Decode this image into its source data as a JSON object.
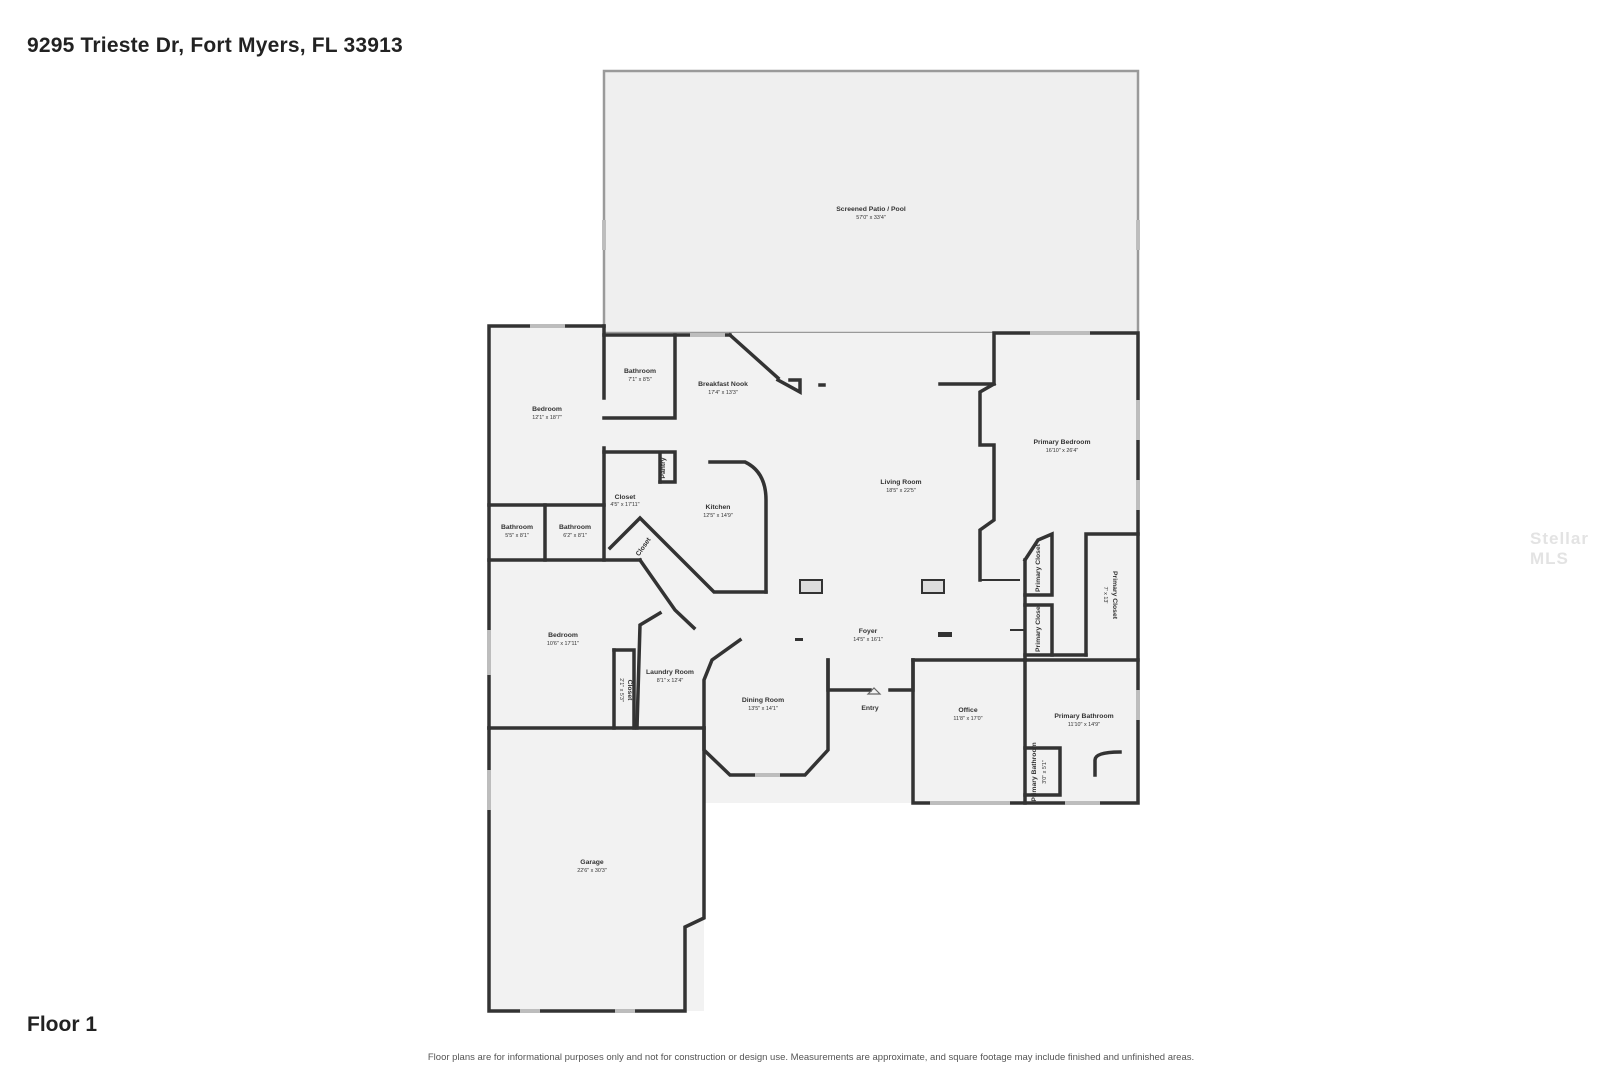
{
  "header": {
    "address": "9295 Trieste Dr, Fort Myers, FL 33913"
  },
  "footer": {
    "floor_label": "Floor 1",
    "disclaimer": "Floor plans are for informational purposes only and not for construction or design use. Measurements are approximate, and square footage may include finished and unfinished areas."
  },
  "watermark": "Stellar MLS",
  "rooms": {
    "patio": {
      "name": "Screened Patio / Pool",
      "dims": "57'0\" x 33'4\""
    },
    "bathroom_top": {
      "name": "Bathroom",
      "dims": "7'1\" x 8'5\""
    },
    "breakfast_nook": {
      "name": "Breakfast Nook",
      "dims": "17'4\" x 13'3\""
    },
    "bedroom_1": {
      "name": "Bedroom",
      "dims": "12'1\" x 18'7\""
    },
    "pantry": {
      "name": "Pantry"
    },
    "closet_1": {
      "name": "Closet",
      "dims": "4'5\" x 17'11\""
    },
    "kitchen": {
      "name": "Kitchen",
      "dims": "12'5\" x 14'9\""
    },
    "living_room": {
      "name": "Living Room",
      "dims": "18'5\" x 22'5\""
    },
    "primary_bedroom": {
      "name": "Primary Bedroom",
      "dims": "16'10\" x 26'4\""
    },
    "bathroom_a": {
      "name": "Bathroom",
      "dims": "5'5\" x 8'1\""
    },
    "bathroom_b": {
      "name": "Bathroom",
      "dims": "6'2\" x 8'1\""
    },
    "closet_2": {
      "name": "Closet"
    },
    "primary_closet_1": {
      "name": "Primary Closet"
    },
    "primary_closet_2": {
      "name": "Primary Closet"
    },
    "primary_closet_3": {
      "name": "Primary Closet",
      "dims": "7' x 13'"
    },
    "bedroom_2": {
      "name": "Bedroom",
      "dims": "10'6\" x 17'11\""
    },
    "foyer": {
      "name": "Foyer",
      "dims": "14'5\" x 16'1\""
    },
    "closet_3": {
      "name": "Closet",
      "dims": "2'1\" x 5'3\""
    },
    "laundry_room": {
      "name": "Laundry Room",
      "dims": "8'1\" x 12'4\""
    },
    "dining_room": {
      "name": "Dining Room",
      "dims": "13'5\" x 14'1\""
    },
    "entry": {
      "name": "Entry"
    },
    "office": {
      "name": "Office",
      "dims": "11'8\" x 17'0\""
    },
    "primary_bathroom": {
      "name": "Primary Bathroom",
      "dims": "11'10\" x 14'9\""
    },
    "primary_bathroom_2": {
      "name": "Primary Bathroom",
      "dims": "3'0\" x 5'1\""
    },
    "garage": {
      "name": "Garage",
      "dims": "22'6\" x 30'3\""
    }
  }
}
